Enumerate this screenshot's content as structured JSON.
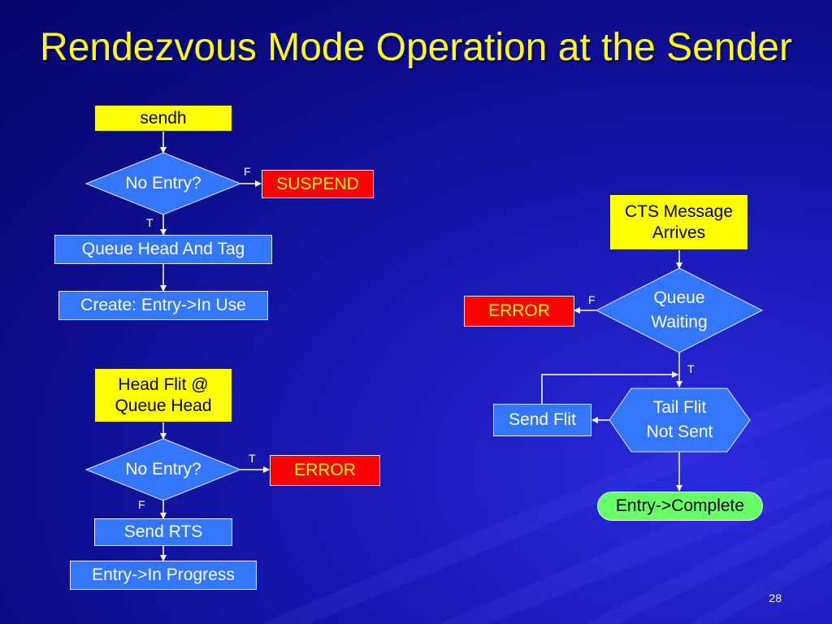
{
  "slide": {
    "title": "Rendezvous Mode Operation at the Sender",
    "page_number": "28"
  },
  "colors": {
    "background": "#0c0c8a",
    "title": "#ffff00",
    "yellow_box": "#ffff00",
    "blue_box": "#3377ff",
    "red_box": "#ff0000",
    "green_box": "#66ff66"
  },
  "left_flow_top": {
    "start": "sendh",
    "decision": "No Entry?",
    "false_label": "F",
    "false_result": "SUSPEND",
    "true_label": "T",
    "step1": "Queue Head And Tag",
    "step2": "Create: Entry->In Use"
  },
  "left_flow_bottom": {
    "start": "Head Flit @\nQueue Head",
    "decision": "No Entry?",
    "true_label": "T",
    "true_result": "ERROR",
    "false_label": "F",
    "step1": "Send RTS",
    "step2": "Entry->In Progress"
  },
  "right_flow": {
    "start": "CTS Message\nArrives",
    "decision1": "Queue\nWaiting",
    "false_label": "F",
    "false_result": "ERROR",
    "true_label": "T",
    "decision2": "Tail Flit\nNot Sent",
    "loop_action": "Send Flit",
    "end": "Entry->Complete"
  }
}
